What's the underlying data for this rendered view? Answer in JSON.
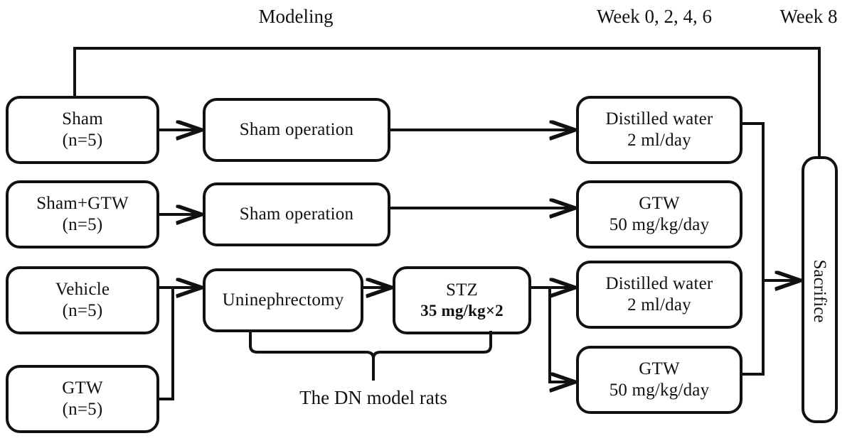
{
  "figure": {
    "kind": "experimental-design-flowchart",
    "background_color": "#ffffff",
    "line_color": "#111111"
  },
  "timeline_headers": [
    {
      "id": "modeling",
      "label": "Modeling"
    },
    {
      "id": "dosing",
      "label": "Week 0, 2, 4, 6"
    },
    {
      "id": "endpoint",
      "label": "Week 8"
    }
  ],
  "groups": [
    {
      "id": "sham",
      "name": "Sham",
      "n": "(n=5)"
    },
    {
      "id": "sham-gtw",
      "name": "Sham+GTW",
      "n": "(n=5)"
    },
    {
      "id": "vehicle",
      "name": "Vehicle",
      "n": "(n=5)"
    },
    {
      "id": "gtw",
      "name": "GTW",
      "n": "(n=5)"
    }
  ],
  "procedures": [
    {
      "id": "sham-op-1",
      "line1": "Sham  operation",
      "line2": ""
    },
    {
      "id": "sham-op-2",
      "line1": "Sham  operation",
      "line2": ""
    },
    {
      "id": "uninephrectomy",
      "line1": "Uninephrectomy",
      "line2": ""
    },
    {
      "id": "stz",
      "line1": "STZ",
      "line2": "35 mg/kg×2"
    }
  ],
  "treatments": [
    {
      "id": "distilled-water-1",
      "line1": "Distilled water",
      "line2": "2 ml/day"
    },
    {
      "id": "gtw-dose-1",
      "line1": "GTW",
      "line2": "50 mg/kg/day"
    },
    {
      "id": "distilled-water-2",
      "line1": "Distilled water",
      "line2": "2 ml/day"
    },
    {
      "id": "gtw-dose-2",
      "line1": "GTW",
      "line2": "50 mg/kg/day"
    }
  ],
  "annotations": {
    "brace_caption": "The DN model rats"
  },
  "endpoint": {
    "label": "Sacrifice"
  }
}
